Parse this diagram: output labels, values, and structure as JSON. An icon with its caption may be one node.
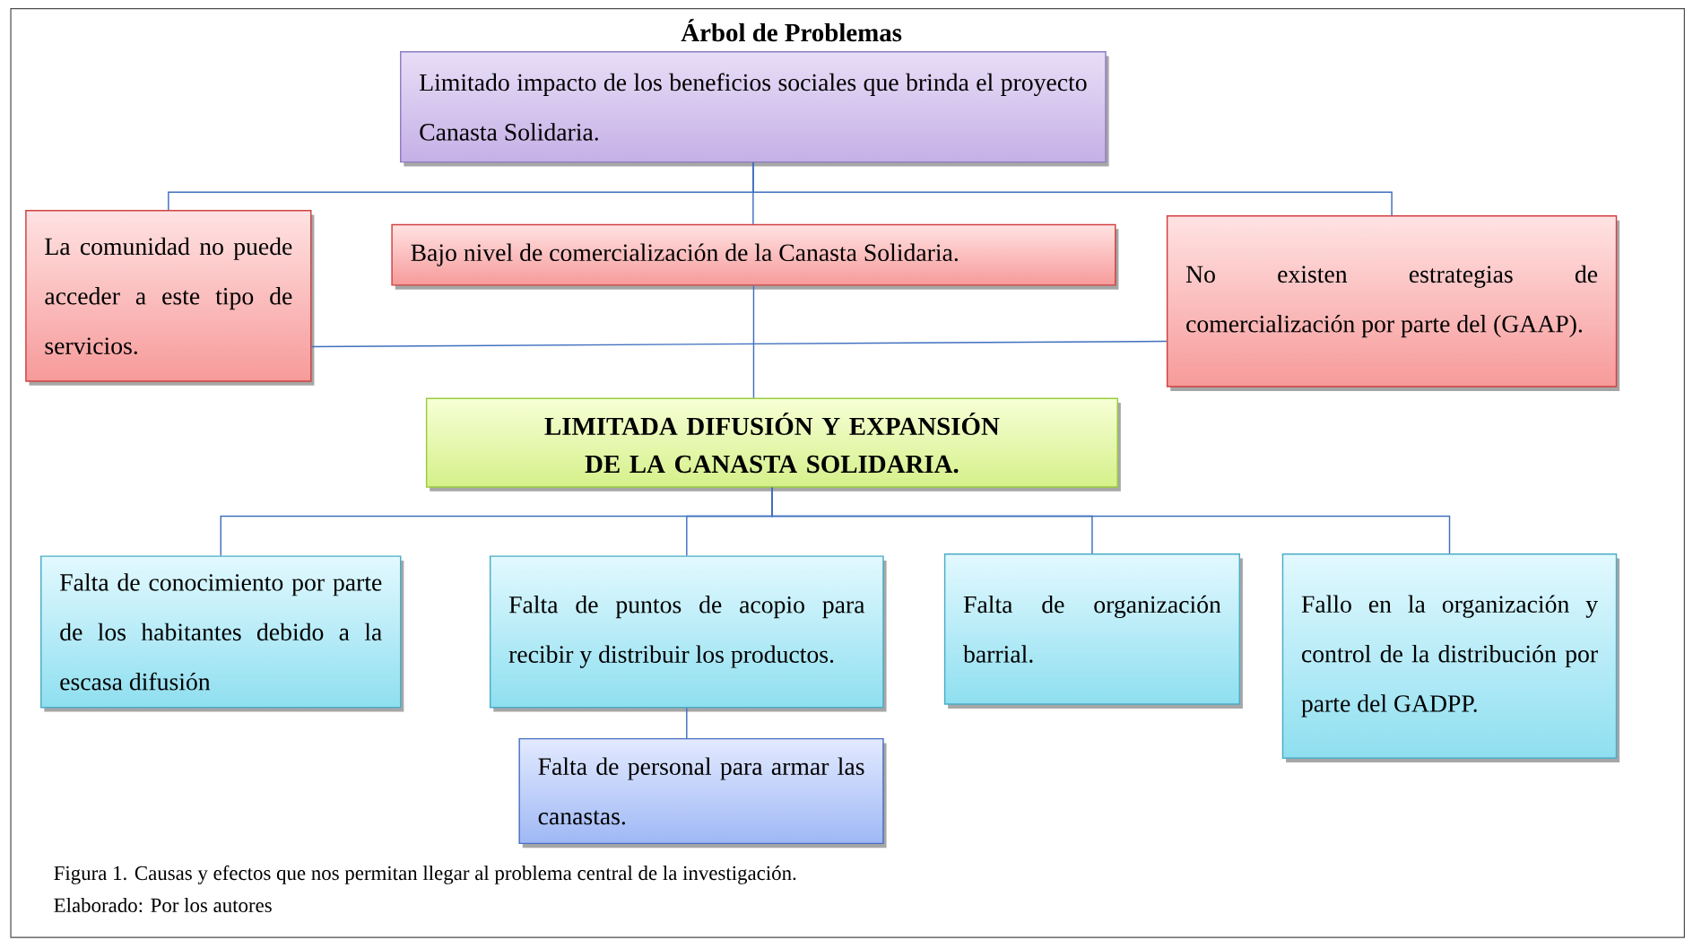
{
  "diagram": {
    "title": "Árbol de Problemas",
    "nodes": [
      {
        "text": [
          "Limitado impacto de los beneficios sociales que brinda el proyecto Canasta Solidaria."
        ]
      },
      {
        "text": [
          "La comunidad no puede acceder a este tipo de servicios."
        ]
      },
      {
        "text": [
          "Bajo nivel de comercialización de la Canasta Solidaria."
        ]
      },
      {
        "text": [
          "No existen estrategias de comercialización por parte del (GAAP)."
        ]
      },
      {
        "text": [
          "LIMITADA DIFUSIÓN Y EXPANSIÓN DE LA CANASTA SOLIDARIA."
        ]
      },
      {
        "text": [
          "Falta de conocimiento por parte de los habitantes debido a la escasa difusión"
        ]
      },
      {
        "text": [
          "Falta de puntos de acopio para recibir y distribuir los productos."
        ]
      },
      {
        "text": [
          "Falta de organización barrial."
        ]
      },
      {
        "text": [
          "Fallo en la organización y control de la distribución por parte del GADPP."
        ]
      },
      {
        "text": [
          "Falta de personal para armar las canastas."
        ]
      }
    ],
    "edges": [
      {
        "from": 0,
        "to": 1,
        "arrow": "none"
      },
      {
        "from": 0,
        "to": 2,
        "arrow": "none"
      },
      {
        "from": 0,
        "to": 3,
        "arrow": "none"
      },
      {
        "from": 1,
        "to": 3,
        "arrow": "none"
      },
      {
        "from": 2,
        "to": 4,
        "arrow": "none"
      },
      {
        "from": 4,
        "to": 5,
        "arrow": "none"
      },
      {
        "from": 4,
        "to": 6,
        "arrow": "none"
      },
      {
        "from": 4,
        "to": 7,
        "arrow": "none"
      },
      {
        "from": 4,
        "to": 8,
        "arrow": "none"
      },
      {
        "from": 6,
        "to": 9,
        "arrow": "none"
      }
    ],
    "caption": "Figura 1. Causas y efectos que nos permitan llegar al problema central de la investigación.",
    "labels": [
      "Elaborado: Por los autores"
    ]
  }
}
